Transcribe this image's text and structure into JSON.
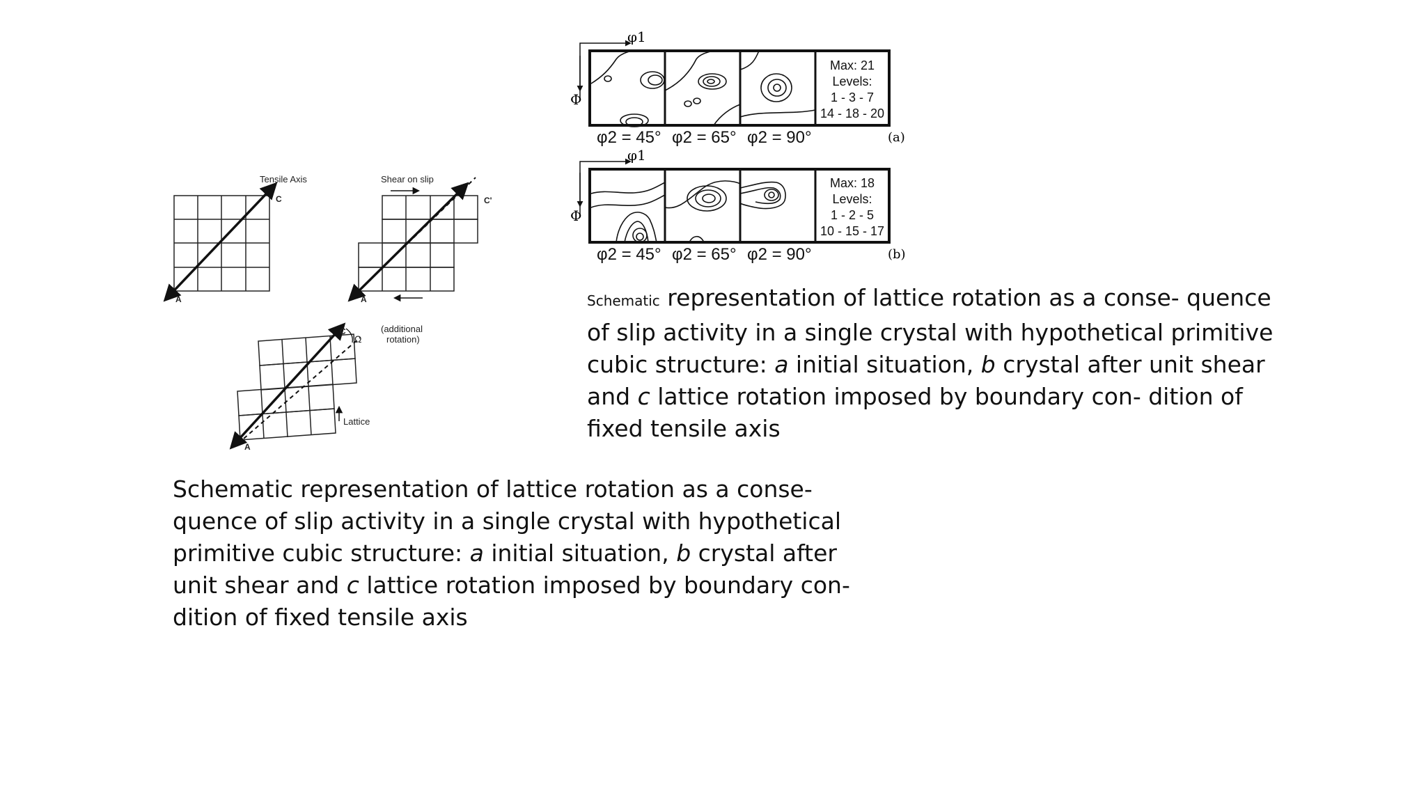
{
  "diagram": {
    "labels": {
      "tensile_axis": "Tensile Axis",
      "shear_on_slip": "Shear on slip",
      "additional_rotation_1": "(additional",
      "additional_rotation_2": "rotation)",
      "lattice": "Lattice",
      "point_a": "A",
      "point_c": "C",
      "point_c_prime": "C'",
      "omega": "Ω"
    }
  },
  "odf": {
    "panel_a": {
      "phi1": "φ1",
      "phi": "Φ",
      "max": "Max: 21",
      "levels_label": "Levels:",
      "levels_1": "1 - 3 - 7",
      "levels_2": "14 - 18 - 20",
      "sections": [
        "φ2 = 45°",
        "φ2 = 65°",
        "φ2 = 90°"
      ],
      "tag": "(a)"
    },
    "panel_b": {
      "phi1": "φ1",
      "phi": "Φ",
      "max": "Max: 18",
      "levels_label": "Levels:",
      "levels_1": "1 - 2 - 5",
      "levels_2": "10 - 15 - 17",
      "sections": [
        "φ2 = 45°",
        "φ2 = 65°",
        "φ2 = 90°"
      ],
      "tag": "(b)"
    }
  },
  "captions": {
    "right": {
      "small_word": "Schematic",
      "part1": " representation of lattice rotation as a conse- quence of slip activity in a single crystal with hypothetical primitive cubic structure: ",
      "a": "a",
      "part2": " initial situation, ",
      "b": "b",
      "part3": " crystal after unit shear and ",
      "c": "c",
      "part4": " lattice rotation imposed by boundary con- dition of fixed tensile axis"
    },
    "left": {
      "part1": "Schematic representation of lattice rotation as a conse- quence of slip activity in a single crystal with hypothetical primitive cubic structure: ",
      "a": "a",
      "part2": " initial situation, ",
      "b": "b",
      "part3": " crystal after unit shear and ",
      "c": "c",
      "part4": " lattice rotation imposed by boundary con- dition of fixed tensile axis"
    }
  }
}
